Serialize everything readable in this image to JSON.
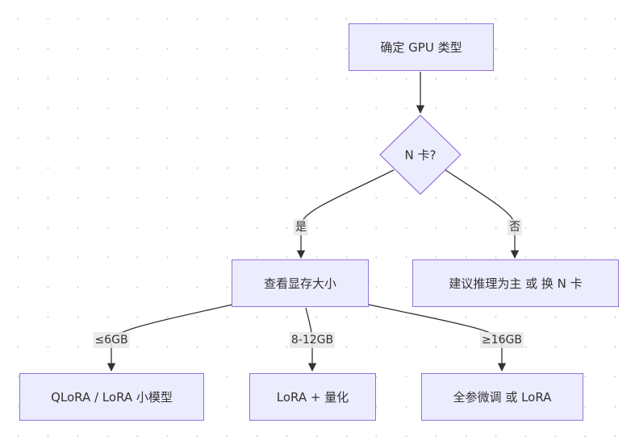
{
  "diagram": {
    "nodes": {
      "gpu_type": "确定 GPU 类型",
      "nvidia": "N 卡?",
      "check_vram": "查看显存大小",
      "suggest": "建议推理为主 或 换 N 卡",
      "qlora": "QLoRA / LoRA 小模型",
      "lora": "LoRA + 量化",
      "full": "全参微调 或 LoRA"
    },
    "edge_labels": {
      "yes": "是",
      "no": "否",
      "low": "≤6GB",
      "mid": "8-12GB",
      "high": "≥16GB"
    },
    "colors": {
      "node_fill": "#ececff",
      "node_stroke": "#9370db",
      "edge": "#333333",
      "label_bg": "#e8e8e8"
    }
  }
}
